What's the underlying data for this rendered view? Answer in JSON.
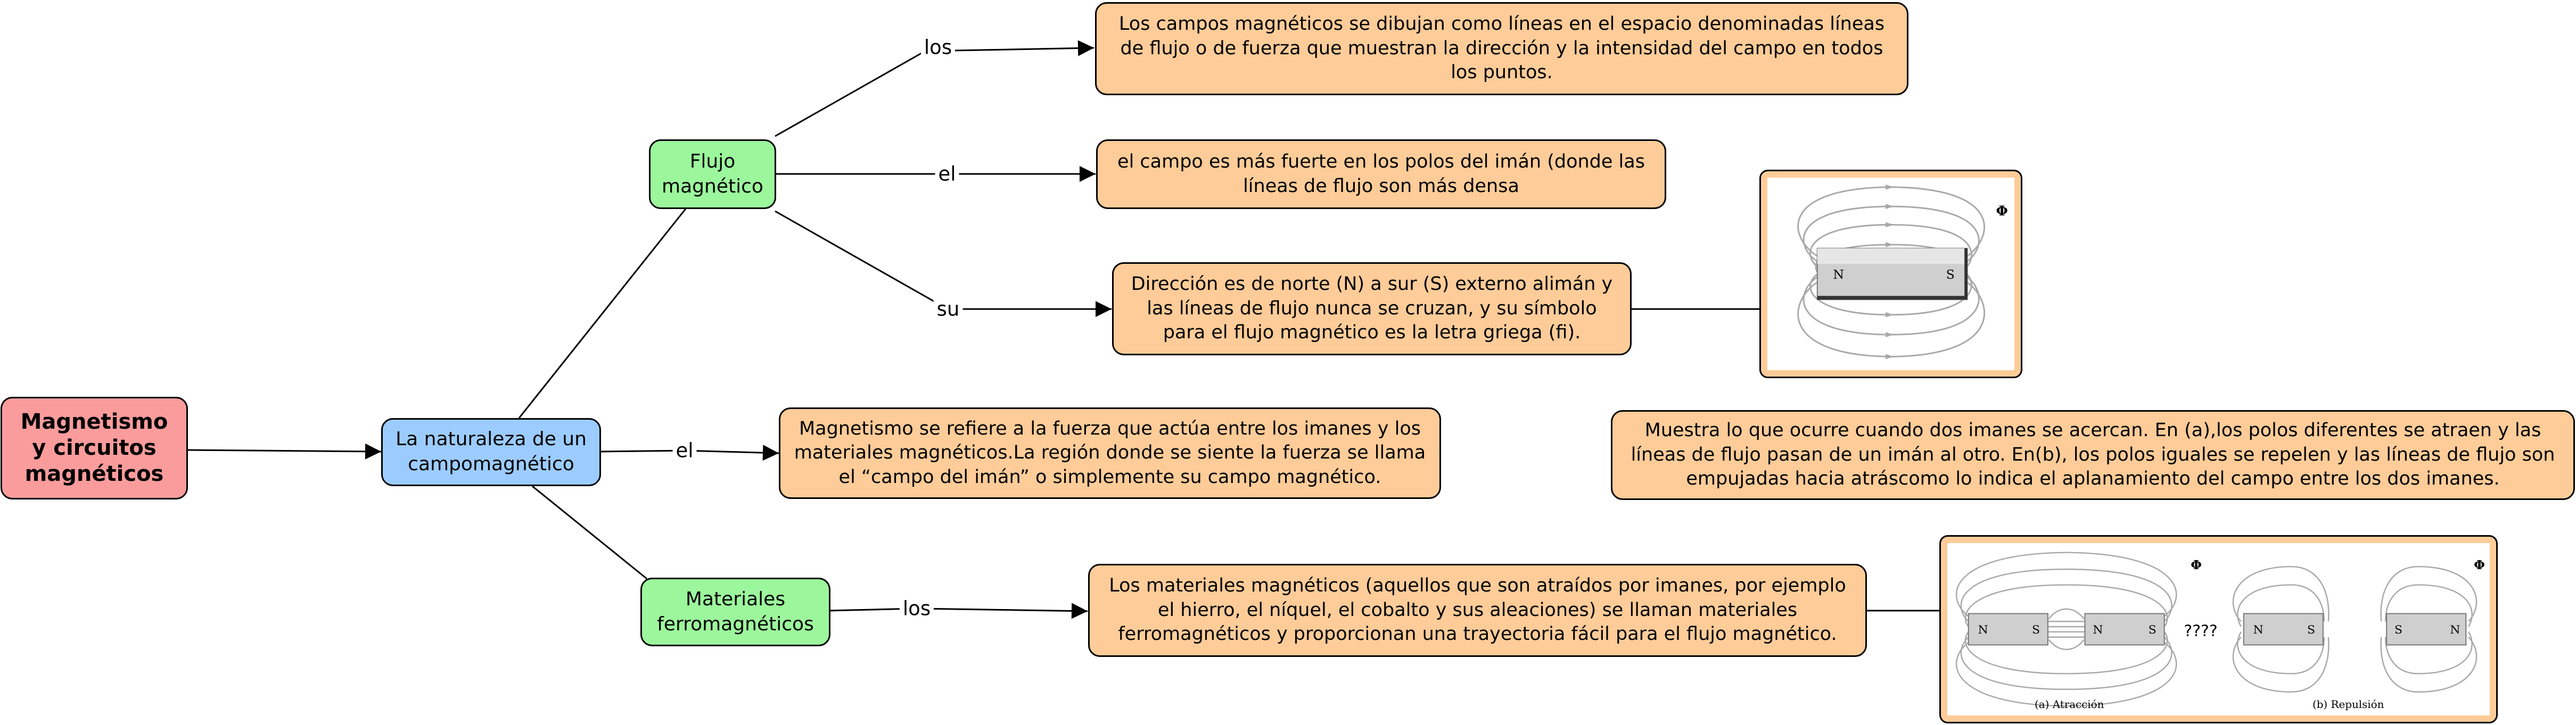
{
  "root": "Magnetismo y circuitos magnéticos",
  "center": "La naturaleza de un campomagnético",
  "branches": {
    "flujo": "Flujo magnético",
    "ferro": "Materiales ferromagnéticos"
  },
  "link_labels": {
    "los_top": "los",
    "el_flujo": "el",
    "su": "su",
    "el_center": "el",
    "los_ferro": "los"
  },
  "concepts": {
    "lineas": "Los campos magnéticos se dibujan como líneas en el espacio denominadas líneas de flujo o de fuerza que muestran la dirección y la intensidad del campo en todos los puntos.",
    "fuerte": "el campo es más fuerte en los polos del imán (donde las líneas de flujo son más densa",
    "direccion": "Dirección es de norte (N) a sur (S) externo alimán y las líneas de flujo nunca se cruzan, y su símbolo para el flujo magnético es la letra griega  (fi).",
    "magnetismo": "Magnetismo se refiere a la fuerza que actúa entre los imanes y los materiales magnéticos.La región donde se siente la fuerza se llama el “campo del imán” o simplemente su campo magnético.",
    "muestra": "Muestra lo que ocurre cuando dos imanes se acercan. En (a),los polos diferentes se atraen y las líneas de flujo pasan de un imán al otro. En(b), los polos iguales se repelen y las líneas de flujo son empujadas hacia atráscomo lo indica el aplanamiento del campo entre los dos imanes.",
    "materiales": "Los materiales magnéticos (aquellos que son atraídos por imanes, por ejemplo el hierro, el níquel, el cobalto y sus aleaciones) se llaman materiales ferromagnéticos y proporcionan una trayectoria fácil para el flujo magnético."
  },
  "figure1": {
    "north": "N",
    "south": "S",
    "symbol": "Φ"
  },
  "figure2": {
    "attraction": {
      "left_n": "N",
      "left_s": "S",
      "right_n": "N",
      "right_s": "S",
      "caption": "(a) Atracción"
    },
    "repulsion": {
      "left_n": "N",
      "left_s": "S",
      "right_s": "S",
      "right_n": "N",
      "caption": "(b) Repulsión"
    },
    "unknown": "????",
    "symbol_a": "Φ",
    "symbol_b": "Φ"
  },
  "colors": {
    "root": "#fb9c9c",
    "center": "#9cccff",
    "branch": "#9cf79c",
    "concept": "#fdcc98"
  }
}
